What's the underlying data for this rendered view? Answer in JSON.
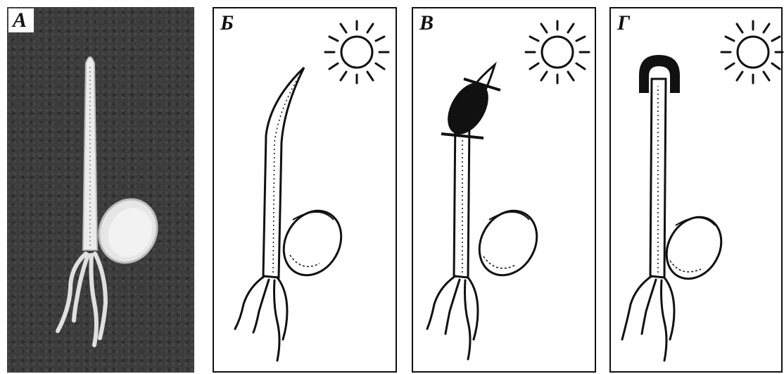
{
  "panels": [
    {
      "id": "a",
      "label": "А"
    },
    {
      "id": "b",
      "label": "Б"
    },
    {
      "id": "c",
      "label": "В"
    },
    {
      "id": "d",
      "label": "Г"
    }
  ]
}
